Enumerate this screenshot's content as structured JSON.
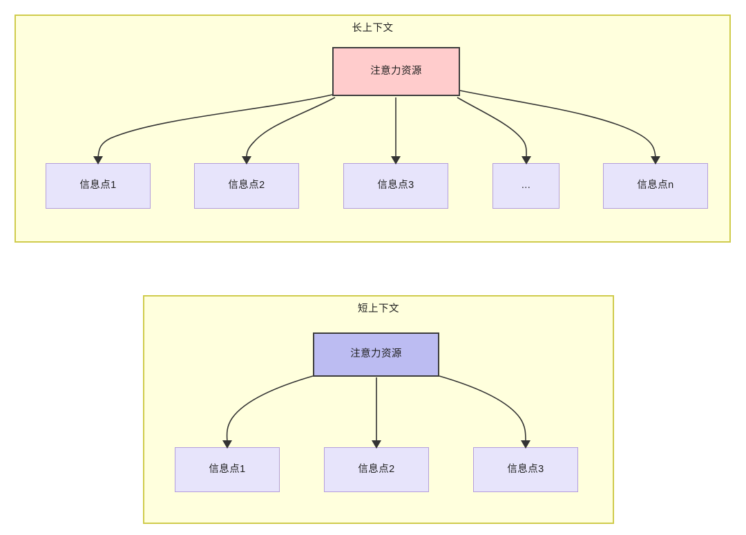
{
  "diagram": {
    "type": "attention-allocation-comparison",
    "background_color": "#ffffff",
    "groups": [
      {
        "id": "long-context",
        "title": "长上下文",
        "fill_color": "#ffffdd",
        "border_color": "#cfcb4b",
        "root": {
          "label": "注意力资源",
          "fill_color": "#ffcccc",
          "border_color": "#3b3b3b"
        },
        "leaves": [
          {
            "label": "信息点1"
          },
          {
            "label": "信息点2"
          },
          {
            "label": "信息点3"
          },
          {
            "label": "..."
          },
          {
            "label": "信息点n"
          }
        ],
        "leaf_fill_color": "#e7e4fb",
        "leaf_border_color": "#b39ddb",
        "edge_count": 5
      },
      {
        "id": "short-context",
        "title": "短上下文",
        "fill_color": "#ffffdd",
        "border_color": "#cfcb4b",
        "root": {
          "label": "注意力资源",
          "fill_color": "#bcbcf2",
          "border_color": "#3b3b3b"
        },
        "leaves": [
          {
            "label": "信息点1"
          },
          {
            "label": "信息点2"
          },
          {
            "label": "信息点3"
          }
        ],
        "leaf_fill_color": "#e7e4fb",
        "leaf_border_color": "#b39ddb",
        "edge_count": 3
      }
    ],
    "edge_color": "#333333"
  }
}
